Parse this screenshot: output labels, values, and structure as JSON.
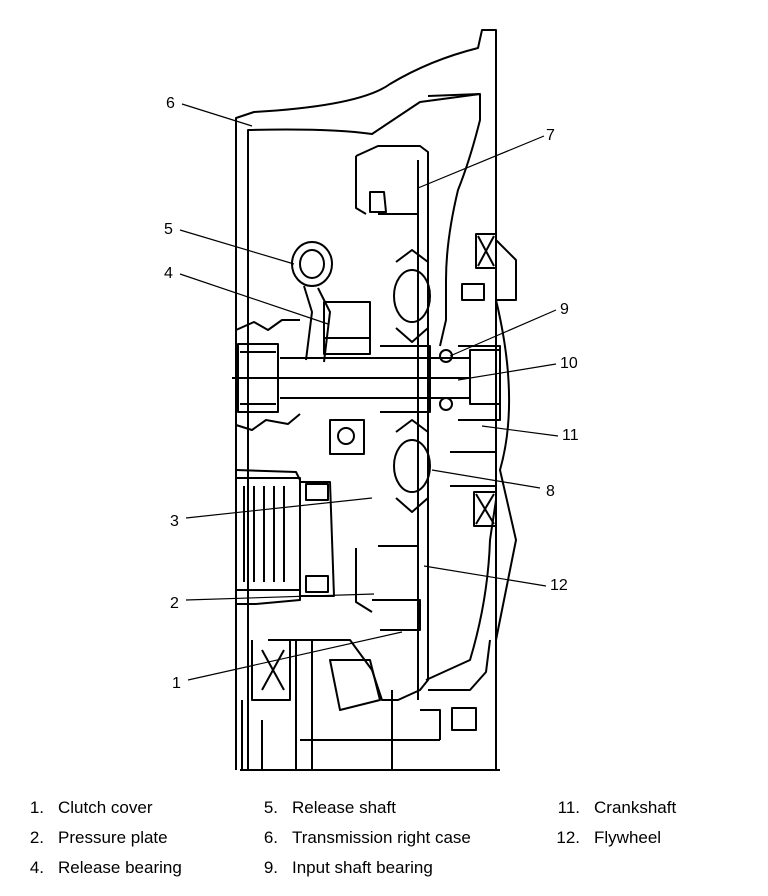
{
  "diagram": {
    "callouts": [
      "1",
      "2",
      "3",
      "4",
      "5",
      "6",
      "7",
      "8",
      "9",
      "10",
      "11",
      "12"
    ]
  },
  "legend": [
    {
      "num": "1.",
      "label": "Clutch cover"
    },
    {
      "num": "2.",
      "label": "Pressure plate"
    },
    {
      "num": "4.",
      "label": "Release bearing"
    },
    {
      "num": "5.",
      "label": "Release shaft"
    },
    {
      "num": "6.",
      "label": "Transmission right case"
    },
    {
      "num": "9.",
      "label": "Input shaft bearing"
    },
    {
      "num": "11.",
      "label": "Crankshaft"
    },
    {
      "num": "12.",
      "label": "Flywheel"
    }
  ]
}
